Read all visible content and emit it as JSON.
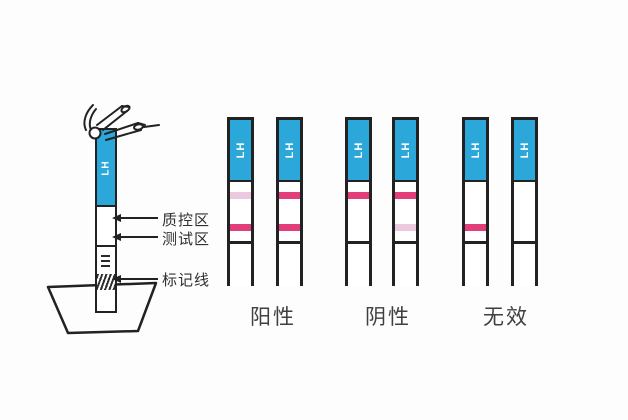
{
  "colors": {
    "strip_blue": "#2BA7DA",
    "line_strong": "#E23E7C",
    "line_faint": "#EBC9DF",
    "outline": "#222222",
    "label_text": "#3F3F3F"
  },
  "left_diagram": {
    "strip_label": "LH",
    "icons": {
      "hand": "hand-holding-strip-icon",
      "cup": "specimen-cup-icon"
    },
    "annotations": [
      {
        "id": "control-zone",
        "text": "质控区"
      },
      {
        "id": "test-zone",
        "text": "测试区"
      },
      {
        "id": "marker-line",
        "text": "标记线"
      }
    ]
  },
  "result_groups": [
    {
      "label": "阳性",
      "strips": [
        {
          "brand": "LH",
          "control_line": "faint",
          "test_line": "strong"
        },
        {
          "brand": "LH",
          "control_line": "strong",
          "test_line": "strong"
        }
      ]
    },
    {
      "label": "阴性",
      "strips": [
        {
          "brand": "LH",
          "control_line": "strong",
          "test_line": "none"
        },
        {
          "brand": "LH",
          "control_line": "strong",
          "test_line": "faint"
        }
      ]
    },
    {
      "label": "无效",
      "strips": [
        {
          "brand": "LH",
          "control_line": "none",
          "test_line": "strong"
        },
        {
          "brand": "LH",
          "control_line": "none",
          "test_line": "none"
        }
      ]
    }
  ]
}
